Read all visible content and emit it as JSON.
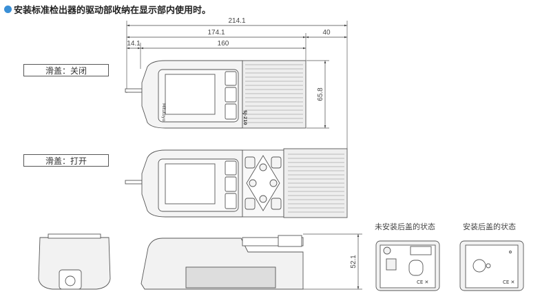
{
  "title": "安装标准检出器的驱动部收纳在显示部内使用时。",
  "accent_color": "#3a8fd6",
  "dimensions": {
    "overall": "214.1",
    "body": "174.1",
    "extension": "40",
    "stylus": "14.1",
    "main": "160",
    "width": "65.8",
    "height": "52.1"
  },
  "labels": {
    "closed": "滑盖：关闭",
    "open": "滑盖：打开"
  },
  "rear_views": {
    "without_cover": "未安装后盖的状态",
    "with_cover": "安装后盖的状态"
  },
  "brand": "Mitutoyo",
  "model": "SJ-210"
}
